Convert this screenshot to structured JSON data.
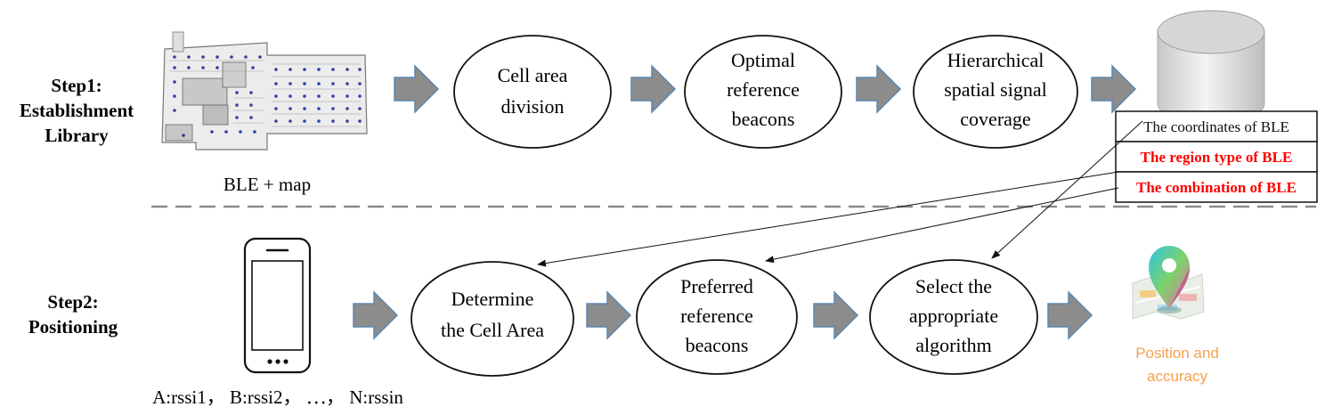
{
  "step1": {
    "label_line1": "Step1:",
    "label_line2": "Establishment",
    "label_line3": "Library",
    "map_caption": "BLE + map",
    "nodes": [
      {
        "line1": "Cell area",
        "line2": "division",
        "line3": ""
      },
      {
        "line1": "Optimal",
        "line2": "reference",
        "line3": "beacons"
      },
      {
        "line1": "Hierarchical",
        "line2": "spatial signal",
        "line3": "coverage"
      }
    ]
  },
  "library_table": {
    "rows": [
      {
        "text": "The coordinates of BLE",
        "color": "#111111",
        "bold": false
      },
      {
        "text": "The region type of BLE",
        "color": "#ff0000",
        "bold": true
      },
      {
        "text": "The combination of BLE",
        "color": "#ff0000",
        "bold": true
      }
    ]
  },
  "step2": {
    "label_line1": "Step2:",
    "label_line2": "Positioning",
    "phone_caption": "A:rssi1， B:rssi2， ⋯， N:rssin",
    "nodes": [
      {
        "line1": "Determine",
        "line2": "the Cell Area",
        "line3": ""
      },
      {
        "line1": "Preferred",
        "line2": "reference",
        "line3": "beacons"
      },
      {
        "line1": "Select the",
        "line2": "appropriate",
        "line3": "algorithm"
      }
    ],
    "output_line1": "Position and",
    "output_line2": "accuracy",
    "output_color": "#f5a04a"
  },
  "colors": {
    "arrow_fill": "#8c8c8c",
    "arrow_stroke": "#5b87b0",
    "divider": "#8a8a8a"
  }
}
